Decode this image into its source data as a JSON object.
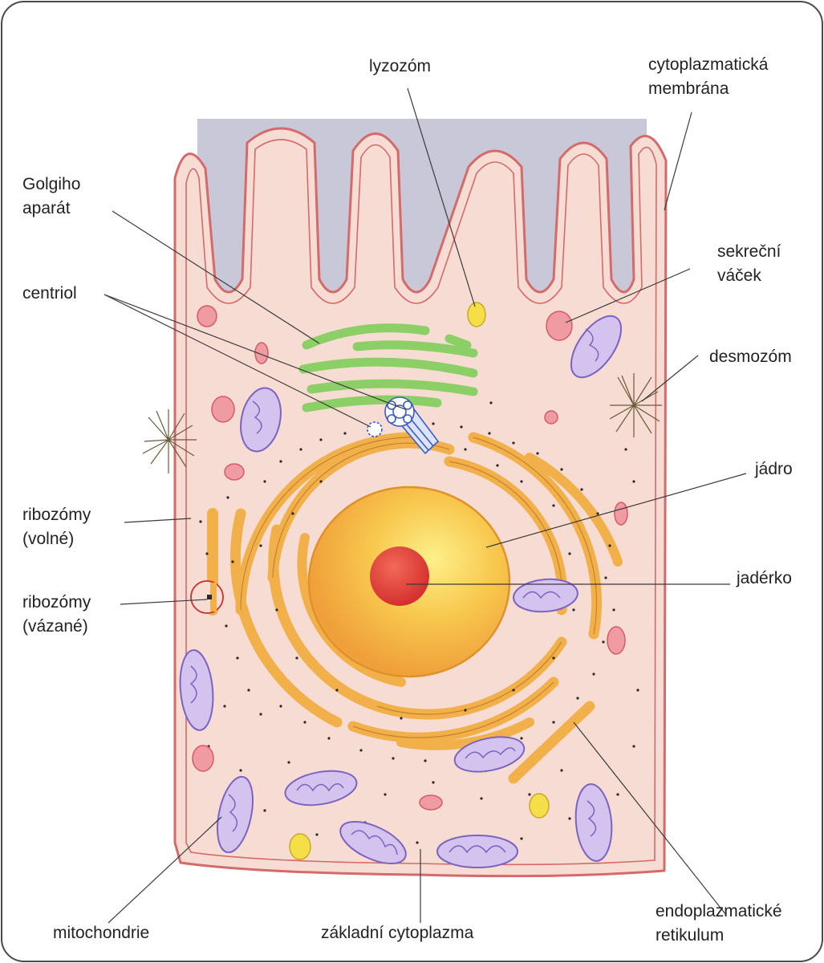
{
  "labels": {
    "lysosome": "lyzozóm",
    "membrane_1": "cytoplazmatická",
    "membrane_2": "membrána",
    "golgi_1": "Golgiho",
    "golgi_2": "aparát",
    "vesicle_1": "sekreční",
    "vesicle_2": "váček",
    "centriole": "centriol",
    "desmosome": "desmozóm",
    "nucleus": "jádro",
    "ribo_free_1": "ribozómy",
    "ribo_free_2": "(volné)",
    "nucleolus": "jadérko",
    "ribo_bound_1": "ribozómy",
    "ribo_bound_2": "(vázané)",
    "mitochondria": "mitochondrie",
    "cytoplasm": "základní cytoplazma",
    "er_1": "endoplazmatické",
    "er_2": "retikulum"
  },
  "colors": {
    "frame": "#4a4a4a",
    "cytoplasm": "#f6dcd3",
    "membrane": "#d46a6a",
    "lumen_top": "#c9c8d8",
    "golgi": "#8ccf66",
    "er": "#f2b04a",
    "nucleus": "#f6bf46",
    "nucleolus": "#e0403c",
    "mitochondria": "#d4c3ee",
    "vesicle": "#f09aa2",
    "lysosome": "#f4df48",
    "centriole": "#3a5bc6"
  }
}
